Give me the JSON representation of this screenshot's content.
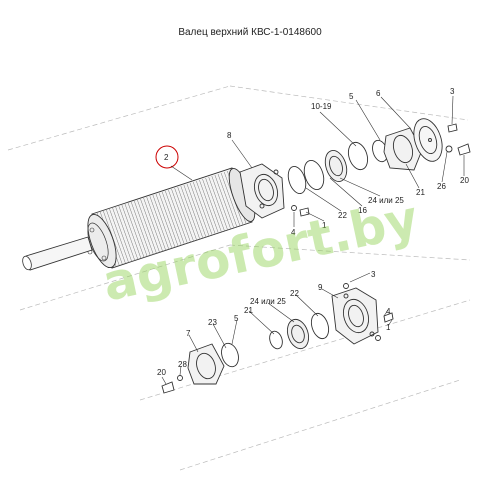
{
  "title": "Валец верхний КВС-1-0148600",
  "watermark": "agrofort.by",
  "callouts": {
    "c2": "2",
    "c8": "8",
    "c10_19": "10-19",
    "c5a": "5",
    "c6": "6",
    "c3a": "3",
    "c21a": "21",
    "c26": "26",
    "c20a": "20",
    "c22a": "22",
    "c16": "16",
    "c24a": "24 или 25",
    "c4a": "4",
    "c1a": "1",
    "c3b": "3",
    "c9": "9",
    "c22b": "22",
    "c24b": "24 или 25",
    "c21b": "21",
    "c5b": "5",
    "c23": "23",
    "c7": "7",
    "c4b": "4",
    "c1b": "1",
    "c20b": "20",
    "c28": "28"
  },
  "colors": {
    "line": "#333333",
    "grid": "#bbbbbb",
    "highlight": "#cc0000",
    "watermark": "#8fd14f"
  }
}
